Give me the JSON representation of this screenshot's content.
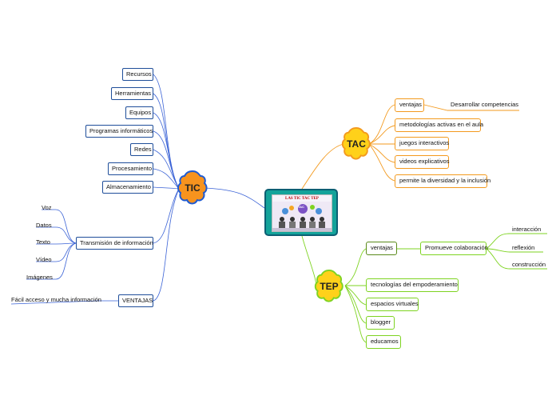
{
  "central": {
    "title": "LAS TIC TAC TEP",
    "badge": "TAC"
  },
  "tic": {
    "label": "TIC",
    "items": [
      {
        "label": "Recursos"
      },
      {
        "label": "Herramientas"
      },
      {
        "label": "Equipos"
      },
      {
        "label": "Programas informáticos"
      },
      {
        "label": "Redes"
      },
      {
        "label": "Procesamiento"
      },
      {
        "label": "Almacenamiento"
      }
    ],
    "transmision": {
      "label": "Transmisión de información",
      "children": [
        "Voz",
        "Datos",
        "Texto",
        "Vídeo",
        "Imágenes"
      ]
    },
    "ventajas": {
      "label": "VENTAJAS",
      "child": "Fácil acceso y mucha información"
    }
  },
  "tac": {
    "label": "TAC",
    "ventajas": {
      "label": "ventajas",
      "child": "Desarrollar competencias"
    },
    "items": [
      {
        "label": "metodologías activas en el aula"
      },
      {
        "label": "juegos interactivos"
      },
      {
        "label": "videos explicativos"
      },
      {
        "label": "permite la diversidad y la inclusión"
      }
    ]
  },
  "tep": {
    "label": "TEP",
    "ventajas": {
      "label": "ventajas",
      "promueve": "Promueve colaboración",
      "children": [
        "interacción",
        "reflexión",
        "construcción"
      ]
    },
    "items": [
      {
        "label": "tecnologías del empoderamiento"
      },
      {
        "label": "espacios virtuales"
      },
      {
        "label": "blogger"
      },
      {
        "label": "educamos"
      }
    ]
  },
  "colors": {
    "tic": "#1f5bd1",
    "tac": "#f39a1e",
    "tep": "#7ed321",
    "central": "#13a39a"
  }
}
